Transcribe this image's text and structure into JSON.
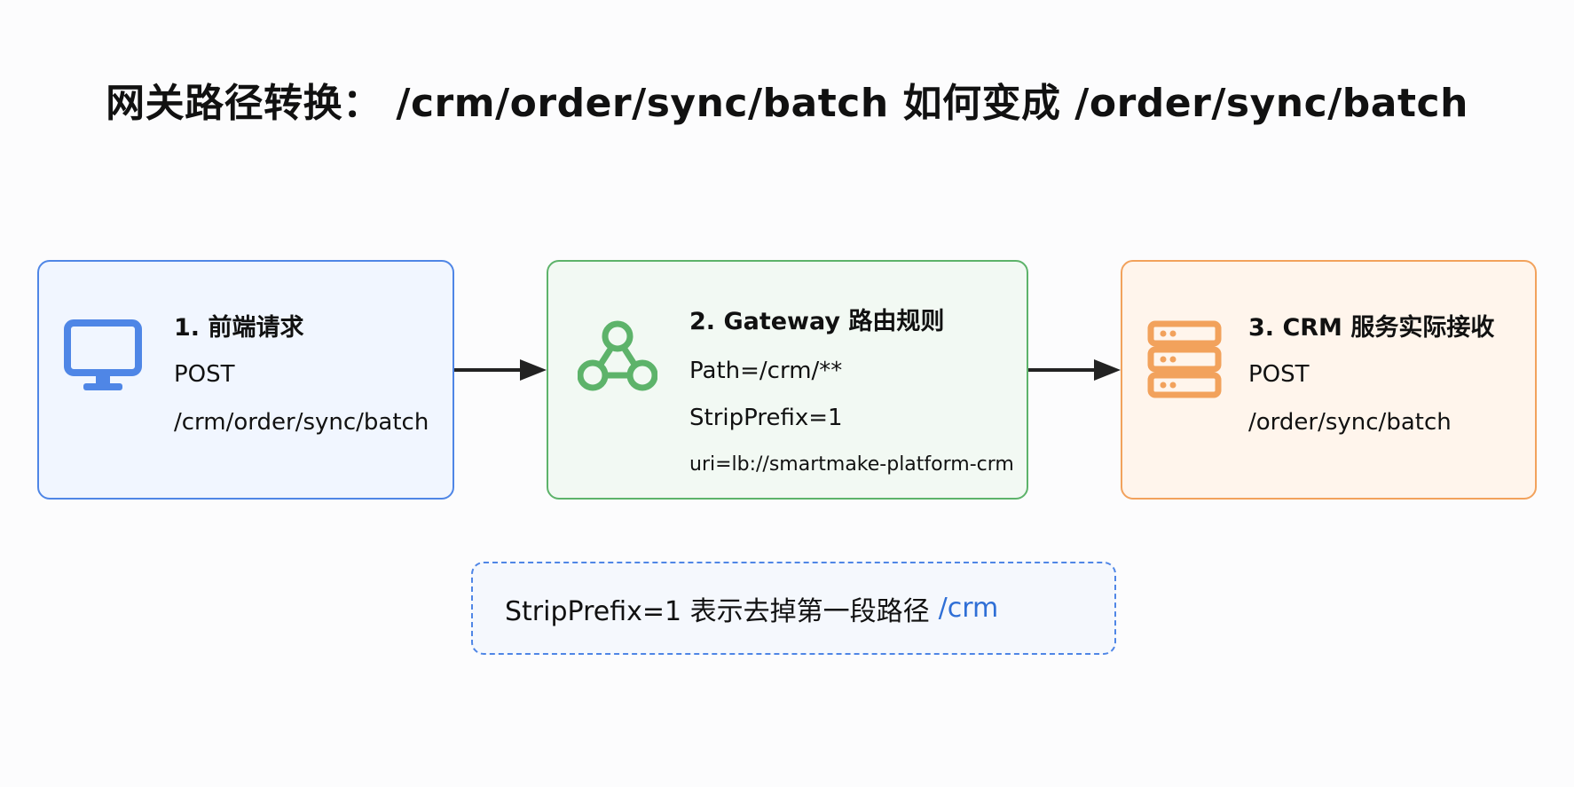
{
  "title": "网关路径转换： /crm/order/sync/batch 如何变成 /order/sync/batch",
  "cards": [
    {
      "icon": "monitor-icon",
      "color": "#4f86e6",
      "title": "1. 前端请求",
      "lines": [
        "POST",
        "/crm/order/sync/batch"
      ]
    },
    {
      "icon": "gateway-nodes-icon",
      "color": "#5db36a",
      "title": "2. Gateway 路由规则",
      "lines": [
        "Path=/crm/**",
        "StripPrefix=1",
        "uri=lb://smartmake-platform-crm"
      ]
    },
    {
      "icon": "server-icon",
      "color": "#f2a25c",
      "title": "3. CRM 服务实际接收",
      "lines": [
        "POST",
        "/order/sync/batch"
      ]
    }
  ],
  "note": {
    "text": "StripPrefix=1 表示去掉第一段路径",
    "highlight": "/crm",
    "highlight_color": "#2f6fd6"
  }
}
